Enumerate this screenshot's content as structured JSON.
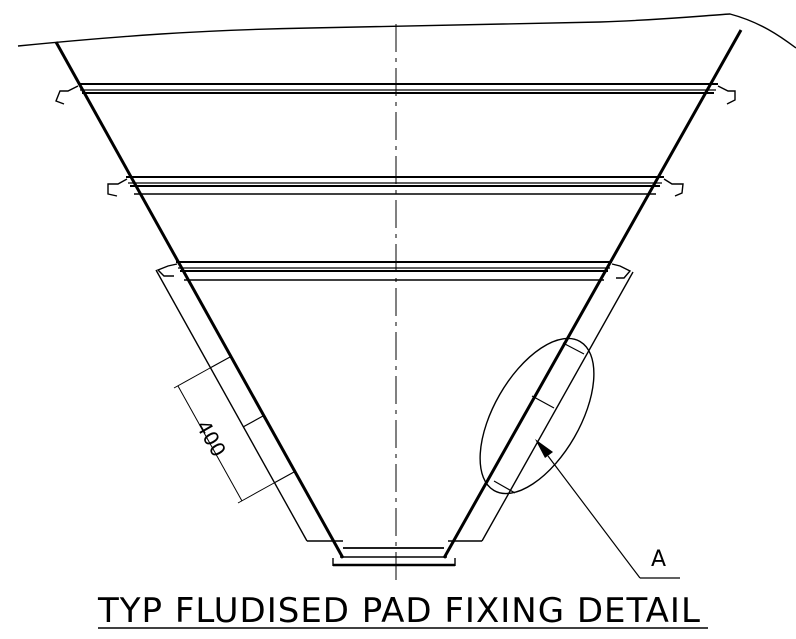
{
  "drawing": {
    "dimension_label": "400",
    "detail_callout": "A",
    "title": "TYP FLUDISED PAD FIXING DETAIL"
  }
}
